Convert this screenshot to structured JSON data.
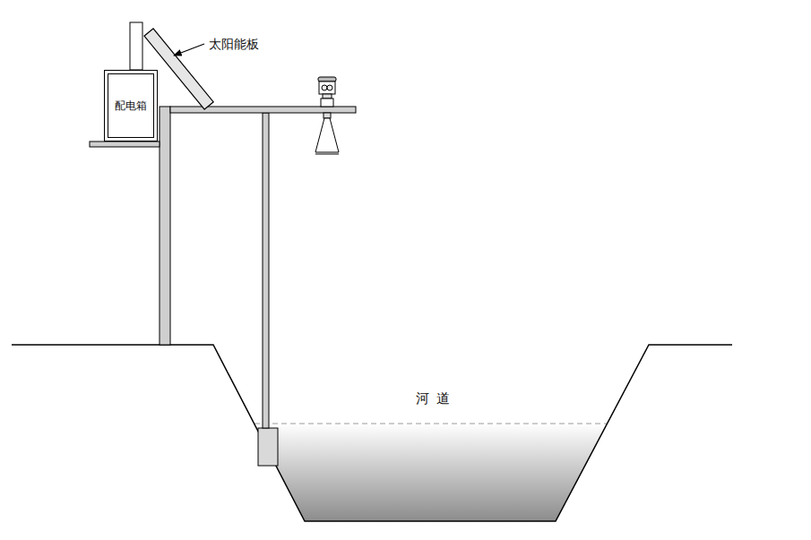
{
  "diagram": {
    "nodes": [
      {
        "text": [
          "配电箱"
        ]
      }
    ],
    "labels": [
      "太阳能板",
      "河道"
    ]
  }
}
